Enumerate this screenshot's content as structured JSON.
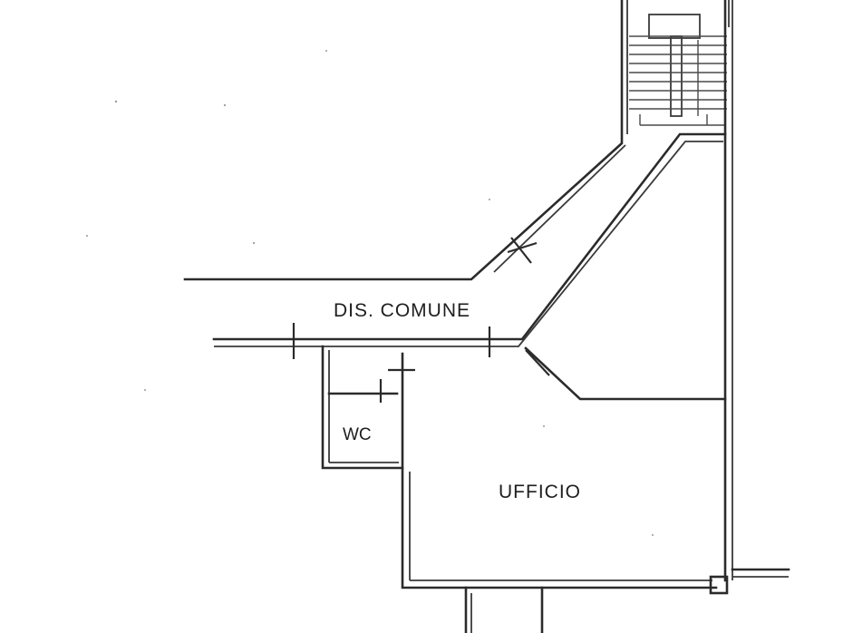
{
  "plan": {
    "labels": {
      "corridor": "DIS. COMUNE",
      "wc": "WC",
      "office": "UFFICIO"
    }
  }
}
